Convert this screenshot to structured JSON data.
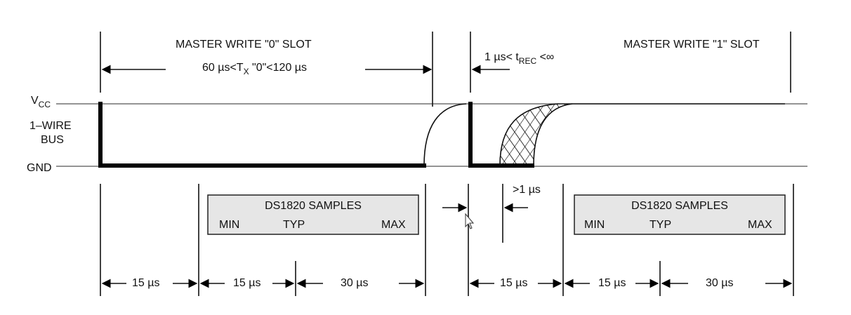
{
  "slot0": {
    "title": "MASTER WRITE \"0\" SLOT",
    "timing_pre": "60 µs<T",
    "timing_sub": "X",
    "timing_post": " \"0\"<120 µs"
  },
  "slot1": {
    "title": "MASTER WRITE \"1\" SLOT",
    "trec_pre": "1 µs< t",
    "trec_sub": "REC",
    "trec_post": " <∞"
  },
  "levels": {
    "vcc_main": "V",
    "vcc_sub": "CC",
    "bus_line1": "1–WIRE",
    "bus_line2": "BUS",
    "gnd": "GND"
  },
  "samples_box_left": {
    "title": "DS1820 SAMPLES",
    "min": "MIN",
    "typ": "TYP",
    "max": "MAX"
  },
  "samples_box_right": {
    "title": "DS1820 SAMPLES",
    "min": "MIN",
    "typ": "TYP",
    "max": "MAX"
  },
  "recovery": {
    "label": ">1 µs"
  },
  "intervals_left": [
    "15 µs",
    "15 µs",
    "30 µs"
  ],
  "intervals_right": [
    "15 µs",
    "15 µs",
    "30 µs"
  ],
  "colors": {
    "line": "#000000",
    "box_fill": "#e6e6e6",
    "background": "#ffffff"
  }
}
